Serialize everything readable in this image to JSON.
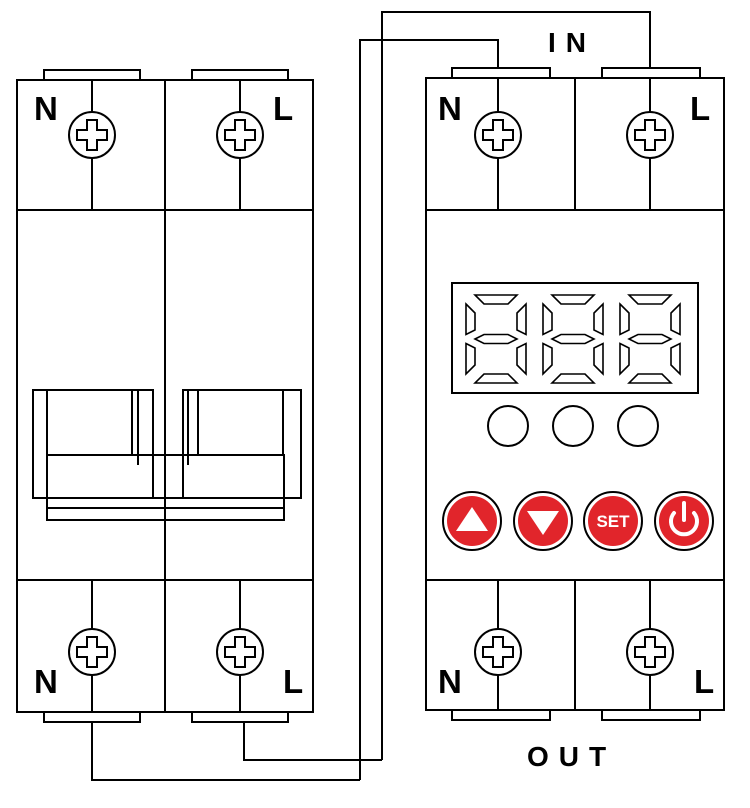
{
  "labels": {
    "breaker_top_left": "N",
    "breaker_top_right": "L",
    "breaker_bottom_left": "N",
    "breaker_bottom_right": "L",
    "relay_top_left": "N",
    "relay_top_right": "L",
    "relay_bottom_left": "N",
    "relay_bottom_right": "L",
    "input": "IN",
    "output": "OUT"
  },
  "buttons": {
    "up_icon": "triangle-up-icon",
    "down_icon": "triangle-down-icon",
    "set_label": "SET",
    "power_icon": "power-icon"
  },
  "colors": {
    "button_fill": "#e1252b",
    "line": "#000000",
    "background": "#ffffff"
  }
}
